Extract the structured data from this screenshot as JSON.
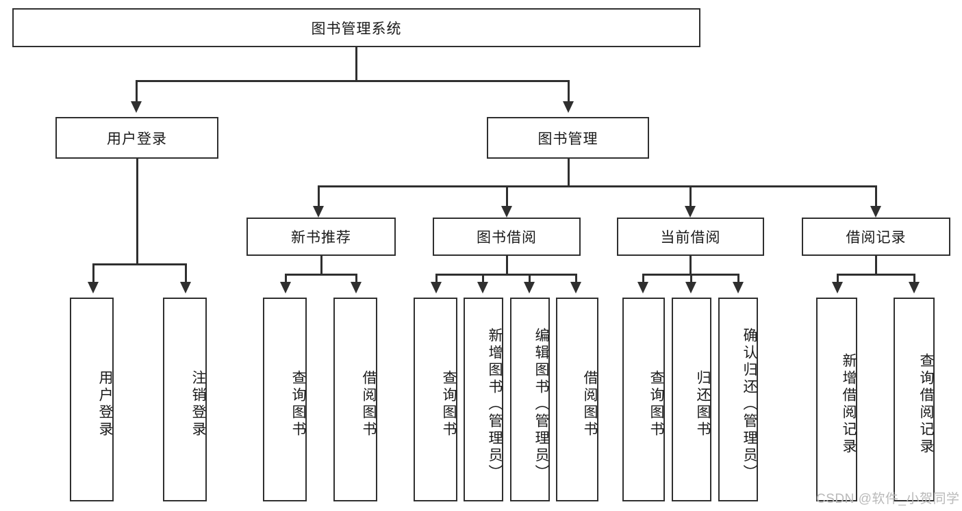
{
  "diagram": {
    "type": "hierarchy-tree",
    "title": "图书管理系统",
    "root": {
      "label": "图书管理系统"
    },
    "level2": [
      {
        "label": "用户登录"
      },
      {
        "label": "图书管理"
      }
    ],
    "level3": [
      {
        "label": "新书推荐"
      },
      {
        "label": "图书借阅"
      },
      {
        "label": "当前借阅"
      },
      {
        "label": "借阅记录"
      }
    ],
    "leaves": {
      "user_login": [
        {
          "label": "用户登录"
        },
        {
          "label": "注销登录"
        }
      ],
      "new_book_recommend": [
        {
          "label": "查询图书"
        },
        {
          "label": "借阅图书"
        }
      ],
      "book_borrow": [
        {
          "label": "查询图书"
        },
        {
          "label": "新增图书（管理员）"
        },
        {
          "label": "编辑图书（管理员）"
        },
        {
          "label": "借阅图书"
        }
      ],
      "current_borrow": [
        {
          "label": "查询图书"
        },
        {
          "label": "归还图书"
        },
        {
          "label": "确认归还（管理员）"
        }
      ],
      "borrow_record": [
        {
          "label": "新增借阅记录"
        },
        {
          "label": "查询借阅记录"
        }
      ]
    }
  },
  "watermark": {
    "text": "CSDN @软件_小贺同学"
  },
  "colors": {
    "stroke": "#2f2f2f",
    "background": "#ffffff",
    "text": "#1a1a1a",
    "watermark": "#b9b9b9"
  }
}
